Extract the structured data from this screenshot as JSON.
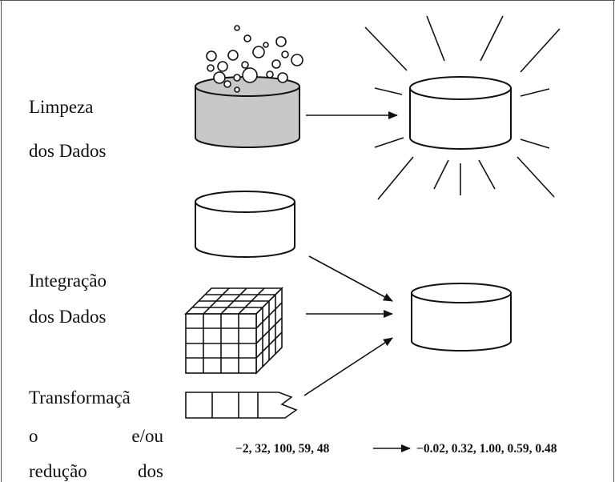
{
  "labels": {
    "limpeza_line1": "Limpeza",
    "limpeza_line2": "dos Dados",
    "integracao_line1": "Integração",
    "integracao_line2": "dos Dados",
    "transformacao_line1": "Transformaçã",
    "transformacao_line2_left": "o",
    "transformacao_line2_right": "e/ou",
    "transformacao_line3_left": "redução",
    "transformacao_line3_right": "dos"
  },
  "transformation": {
    "input_values": "−2, 32, 100, 59, 48",
    "output_values": "−0.02, 0.32, 1.00, 0.59, 0.48"
  },
  "colors": {
    "dirty_fill": "#c8c8c8",
    "stroke": "#111111"
  }
}
